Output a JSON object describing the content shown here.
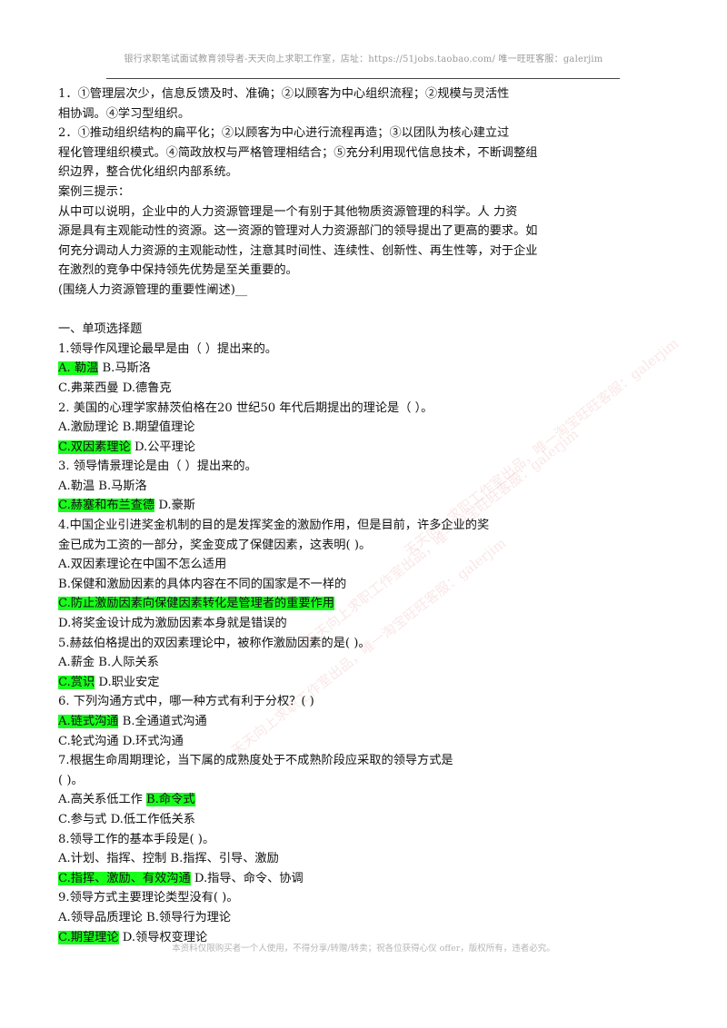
{
  "header": {
    "text": "银行求职笔试面试教育领导者-天天向上求职工作室，店址：https://51jobs.taobao.com/ 唯一旺旺客服：galerjim"
  },
  "answers": {
    "a1_line1": "1．①管理层次少，信息反馈及时、准确；②以顾客为中心组织流程；②规模与灵活性",
    "a1_line2": "相协调。④学习型组织。",
    "a2_line1": "2．①推动组织结构的扁平化；②以顾客为中心进行流程再造；③以团队为核心建立过",
    "a2_line2": "程化管理组织模式。④简政放权与严格管理相结合；⑤充分利用现代信息技术，不断调整组",
    "a2_line3": "织边界，整合优化组织内部系统。",
    "case3_title": "案例三提示：",
    "case3_line1": "从中可以说明，企业中的人力资源管理是一个有别于其他物质资源管理的科学。人 力资",
    "case3_line2": "源是具有主观能动性的资源。这一资源的管理对人力资源部门的领导提出了更高的要求。如",
    "case3_line3": "何充分调动人力资源的主观能动性，注意其时间性、连续性、创新性、再生性等，对于企业",
    "case3_line4": "在激烈的竞争中保持领先优势是至关重要的。",
    "case3_line5": "(围绕人力资源管理的重要性阐述)__"
  },
  "section_title": "一、单项选择题",
  "questions": {
    "q1": {
      "stem": "1.领导作风理论最早是由（ ）提出来的。",
      "opt_a": "A. 勒温",
      "opt_b": " B.马斯洛",
      "opt_cd": "C.弗莱西曼 D.德鲁克"
    },
    "q2": {
      "stem": "2. 美国的心理学家赫茨伯格在20 世纪50 年代后期提出的理论是（ ）。",
      "opt_ab": "A.激励理论 B.期望值理论",
      "opt_c": "C.双因素理论",
      "opt_d": " D.公平理论"
    },
    "q3": {
      "stem": "3. 领导情景理论是由（ ）提出来的。",
      "opt_ab": "A.勒温 B.马斯洛",
      "opt_c": "C.赫塞和布兰查德",
      "opt_d": " D.豪斯"
    },
    "q4": {
      "stem1": "4.中国企业引进奖金机制的目的是发挥奖金的激励作用，但是目前，许多企业的奖",
      "stem2": "金已成为工资的一部分，奖金变成了保健因素，这表明( )。",
      "opt_a": "A.双因素理论在中国不怎么适用",
      "opt_b": "B.保健和激励因素的具体内容在不同的国家是不一样的",
      "opt_c": "C.防止激励因素向保健因素转化是管理者的重要作用",
      "opt_d": "D.将奖金设计成为激励因素本身就是错误的"
    },
    "q5": {
      "stem": "5.赫兹伯格提出的双因素理论中，被称作激励因素的是( )。",
      "opt_ab": "A.薪金 B.人际关系",
      "opt_c": "C.赏识",
      "opt_d": " D.职业安定"
    },
    "q6": {
      "stem": "6. 下列沟通方式中，哪一种方式有利于分权？( )",
      "opt_a": "A.链式沟通",
      "opt_b": " B.全通道式沟通",
      "opt_cd": "C.轮式沟通 D.环式沟通"
    },
    "q7": {
      "stem1": "7.根据生命周期理论，当下属的成熟度处于不成熟阶段应采取的领导方式是",
      "stem2": "( )。",
      "opt_a": "A.高关系低工作 ",
      "opt_b": "B.命令式",
      "opt_cd": "C.参与式 D.低工作低关系"
    },
    "q8": {
      "stem": "8.领导工作的基本手段是( )。",
      "opt_ab": "A.计划、指挥、控制 B.指挥、引导、激励",
      "opt_c": "C.指挥、激励、有效沟通",
      "opt_d": " D.指导、命令、协调"
    },
    "q9": {
      "stem": "9.领导方式主要理论类型没有( )。",
      "opt_ab": "A.领导品质理论 B.领导行为理论",
      "opt_c": "C.期望理论",
      "opt_d": " D.领导权变理论"
    }
  },
  "footer": {
    "text": "本资料仅限购买者一个人使用，不得分享/转赠/转卖；祝各位获得心仪 offer，版权所有，违者必究。"
  },
  "watermark": {
    "text": "天天向上求职工作室出品，唯一淘宝旺旺客服：galerjim"
  },
  "colors": {
    "highlight": "#19ff1c",
    "watermark": "#e17878"
  }
}
